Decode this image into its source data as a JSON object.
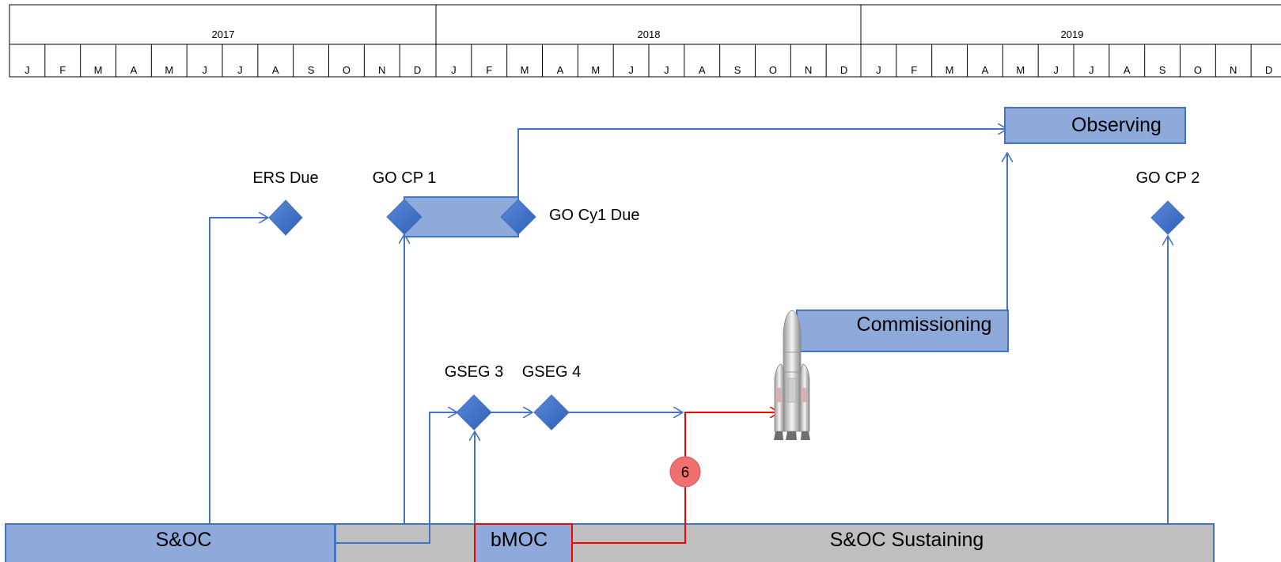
{
  "timeline": {
    "years": [
      "2017",
      "2018",
      "2019"
    ],
    "months": [
      "J",
      "F",
      "M",
      "A",
      "M",
      "J",
      "J",
      "A",
      "S",
      "O",
      "N",
      "D",
      "J",
      "F",
      "M",
      "A",
      "M",
      "J",
      "J",
      "A",
      "S",
      "O",
      "N",
      "D",
      "J",
      "F",
      "M",
      "A",
      "M",
      "J",
      "J",
      "A",
      "S",
      "O",
      "N",
      "D"
    ]
  },
  "milestones": {
    "ers_due": "ERS Due",
    "go_cp1": "GO CP 1",
    "go_cy1_due": "GO Cy1 Due",
    "go_cp2": "GO CP 2",
    "gseg3": "GSEG 3",
    "gseg4": "GSEG 4"
  },
  "phases": {
    "observing": "Observing",
    "commissioning": "Commissioning",
    "soc": "S&OC",
    "bmoc": "bMOC",
    "soc_sustaining": "S&OC Sustaining"
  },
  "critical_marker": "6",
  "colors": {
    "box_fill": "#8eaadb",
    "box_stroke": "#4472c4",
    "diamond": "#4472c4",
    "line_blue": "#4472c4",
    "line_red": "#ff0000",
    "grey_bar": "#bfbfbf",
    "marker": "#f07070"
  },
  "icons": {
    "launch": "rocket-icon"
  }
}
